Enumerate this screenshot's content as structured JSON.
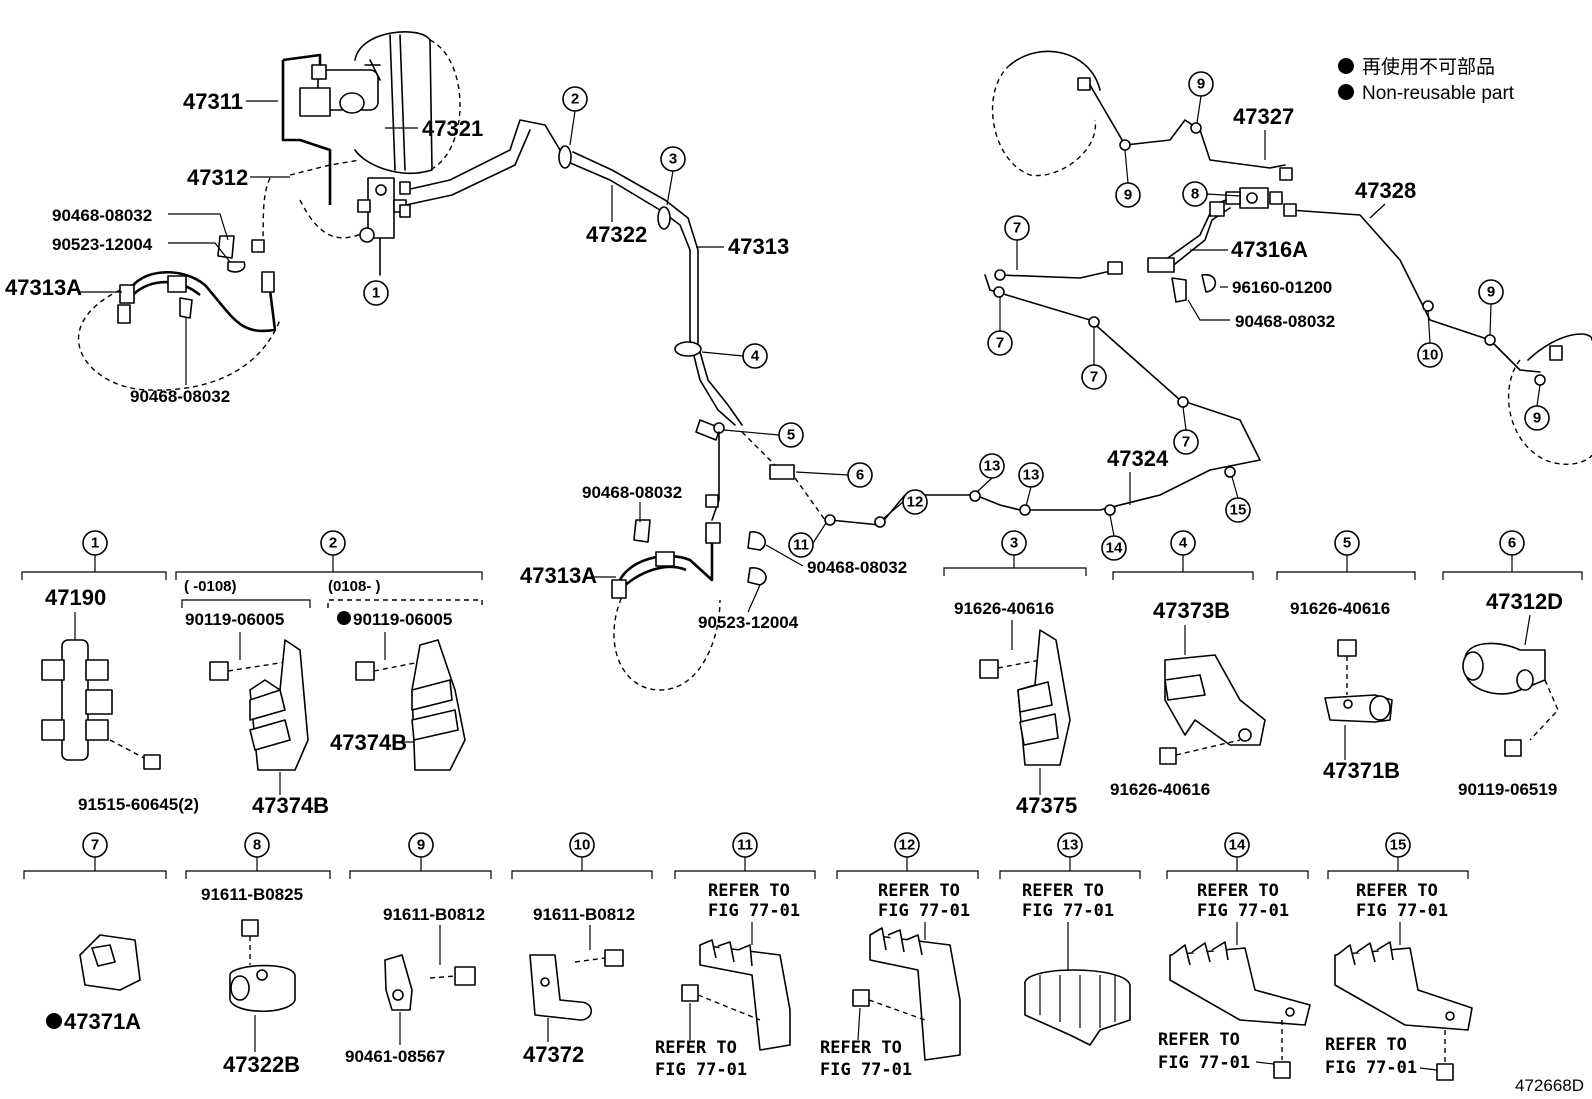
{
  "legend": {
    "line1": "再使用不可部品",
    "line2": "Non-reusable part"
  },
  "diagram_code": "472668D",
  "parts": {
    "p47311": "47311",
    "p47321": "47321",
    "p47312": "47312",
    "p90468a": "90468-08032",
    "p90523a": "90523-12004",
    "p47313Aa": "47313A",
    "p90468b": "90468-08032",
    "p47322": "47322",
    "p47313": "47313",
    "p90468c": "90468-08032",
    "p47313Ab": "47313A",
    "p90468d": "90468-08032",
    "p90523b": "90523-12004",
    "p47327": "47327",
    "p47328": "47328",
    "p47316A": "47316A",
    "p96160": "96160-01200",
    "p90468e": "90468-08032",
    "p47324": "47324"
  },
  "details": {
    "d1": {
      "num": "1",
      "labels": [
        "47190",
        "91515-60645(2)"
      ]
    },
    "d2": {
      "num": "2",
      "left_range": "(    -0108)",
      "right_range": "(0108-     )",
      "labels": [
        "90119-06005",
        "90119-06005",
        "47374B",
        "47374B"
      ]
    },
    "d3": {
      "num": "3",
      "labels": [
        "91626-40616",
        "47375"
      ]
    },
    "d4": {
      "num": "4",
      "labels": [
        "47373B",
        "91626-40616"
      ]
    },
    "d5": {
      "num": "5",
      "labels": [
        "91626-40616",
        "47371B"
      ]
    },
    "d6": {
      "num": "6",
      "labels": [
        "47312D",
        "90119-06519"
      ]
    },
    "d7": {
      "num": "7",
      "labels": [
        "47371A"
      ]
    },
    "d8": {
      "num": "8",
      "labels": [
        "91611-B0825",
        "47322B"
      ]
    },
    "d9": {
      "num": "9",
      "labels": [
        "91611-B0812",
        "90461-08567"
      ]
    },
    "d10": {
      "num": "10",
      "labels": [
        "91611-B0812",
        "47372"
      ]
    },
    "d11": {
      "num": "11",
      "refer_top": [
        "REFER TO",
        "FIG 77-01"
      ],
      "refer_bottom": [
        "REFER TO",
        "FIG 77-01"
      ]
    },
    "d12": {
      "num": "12",
      "refer_top": [
        "REFER TO",
        "FIG 77-01"
      ],
      "refer_bottom": [
        "REFER TO",
        "FIG 77-01"
      ]
    },
    "d13": {
      "num": "13",
      "refer_top": [
        "REFER TO",
        "FIG 77-01"
      ]
    },
    "d14": {
      "num": "14",
      "refer_top": [
        "REFER TO",
        "FIG 77-01"
      ],
      "refer_bottom": [
        "REFER TO",
        "FIG 77-01"
      ]
    },
    "d15": {
      "num": "15",
      "refer_top": [
        "REFER TO",
        "FIG 77-01"
      ],
      "refer_bottom": [
        "REFER TO",
        "FIG 77-01"
      ]
    }
  },
  "callouts": [
    "1",
    "2",
    "3",
    "4",
    "5",
    "6",
    "7",
    "8",
    "9",
    "10",
    "11",
    "12",
    "13",
    "14",
    "15"
  ]
}
